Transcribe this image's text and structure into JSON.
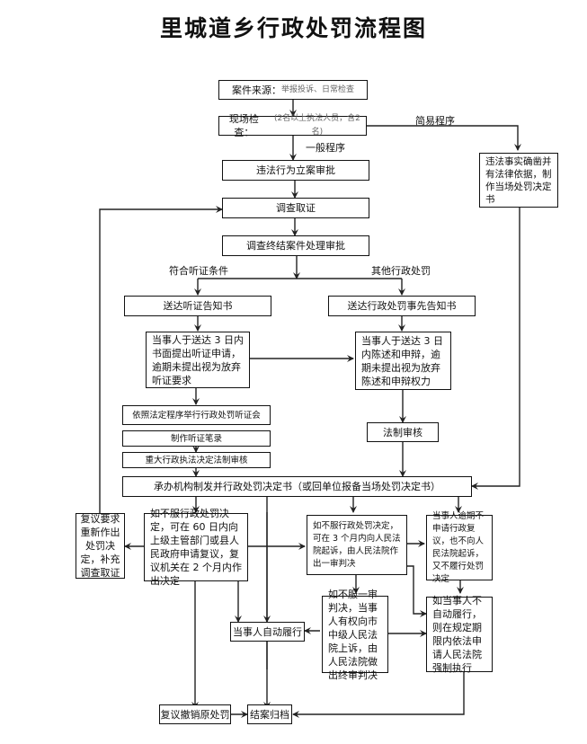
{
  "title": "里城道乡行政处罚流程图",
  "nodes": {
    "source": {
      "label": "案件来源：",
      "detail": "举报投诉、日常检查"
    },
    "inspection": {
      "label": "现场检查：",
      "detail": "(2名以上执法人员，含2名)"
    },
    "simple_decision": {
      "text": "违法事实确凿并有法律依据，制作当场处罚决定书"
    },
    "filing": {
      "text": "违法行为立案审批"
    },
    "investigation": {
      "text": "调查取证"
    },
    "conclusion": {
      "text": "调查终结案件处理审批"
    },
    "hearing_notice": {
      "text": "送达听证告知书"
    },
    "prior_notice": {
      "text": "送达行政处罚事先告知书"
    },
    "hearing_request": {
      "text": "当事人于送达 3 日内书面提出听证申请，逾期未提出视为放弃听证要求"
    },
    "statement": {
      "text": "当事人于送达 3 日内陈述和申辩，逾期未提出视为放弃陈述和申辩权力"
    },
    "hearing_meeting": {
      "text": "依照法定程序举行行政处罚听证会"
    },
    "hearing_record": {
      "text": "制作听证笔录"
    },
    "major_review": {
      "text": "重大行政执法决定法制审核"
    },
    "legal_review": {
      "text": "法制审核"
    },
    "decision": {
      "text": "承办机构制发并行政处罚决定书（或回单位报备当场处罚决定书）"
    },
    "redo": {
      "text": "复议要求重新作出处罚决定，补充调查取证"
    },
    "reconsideration": {
      "text": "如不服行政处罚决定，可在 60 日内向上级主管部门或县人民政府申请复议，复议机关在 2 个月内作出决定"
    },
    "lawsuit": {
      "text": "如不服行政处罚决定，可在 3 个月内向人民法院起诉，由人民法院作出一审判决"
    },
    "overdue": {
      "text": "当事人逾期不申请行政复议，也不向人民法院起诉，又不履行处罚决定"
    },
    "appeal": {
      "text": "如不服一审判决，当事人有权向市中级人民法院上诉，由人民法院做出终审判决"
    },
    "self_perform": {
      "text": "当事人自动履行"
    },
    "enforce": {
      "text": "如当事人不自动履行，则在规定期限内依法申请人民法院强制执行"
    },
    "revoke": {
      "text": "复议撤销原处罚"
    },
    "archive": {
      "text": "结案归档"
    }
  },
  "edge_labels": {
    "simple_procedure": "简易程序",
    "general_procedure": "一般程序",
    "hearing_condition": "符合听证条件",
    "other_penalty": "其他行政处罚"
  }
}
